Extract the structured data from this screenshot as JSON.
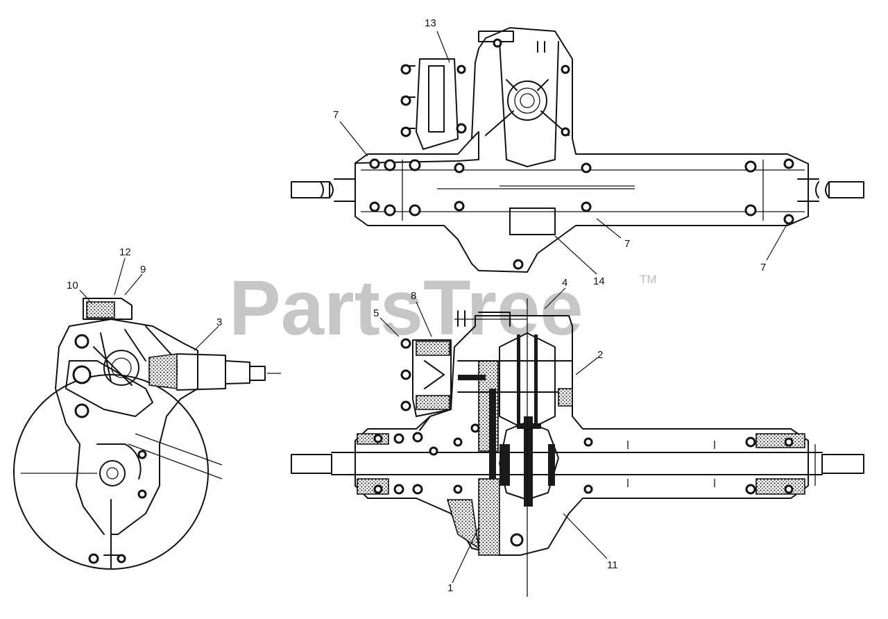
{
  "watermark": {
    "text": "PartsTree",
    "tm": "TM",
    "color": "#bdbdbd"
  },
  "callouts": [
    {
      "id": "c13",
      "label": "13"
    },
    {
      "id": "c7a",
      "label": "7"
    },
    {
      "id": "c7b",
      "label": "7"
    },
    {
      "id": "c7c",
      "label": "7"
    },
    {
      "id": "c14",
      "label": "14"
    },
    {
      "id": "c12",
      "label": "12"
    },
    {
      "id": "c9",
      "label": "9"
    },
    {
      "id": "c10",
      "label": "10"
    },
    {
      "id": "c3",
      "label": "3"
    },
    {
      "id": "c4",
      "label": "4"
    },
    {
      "id": "c8",
      "label": "8"
    },
    {
      "id": "c5",
      "label": "5"
    },
    {
      "id": "c2",
      "label": "2"
    },
    {
      "id": "c11",
      "label": "11"
    },
    {
      "id": "c1",
      "label": "1"
    }
  ]
}
